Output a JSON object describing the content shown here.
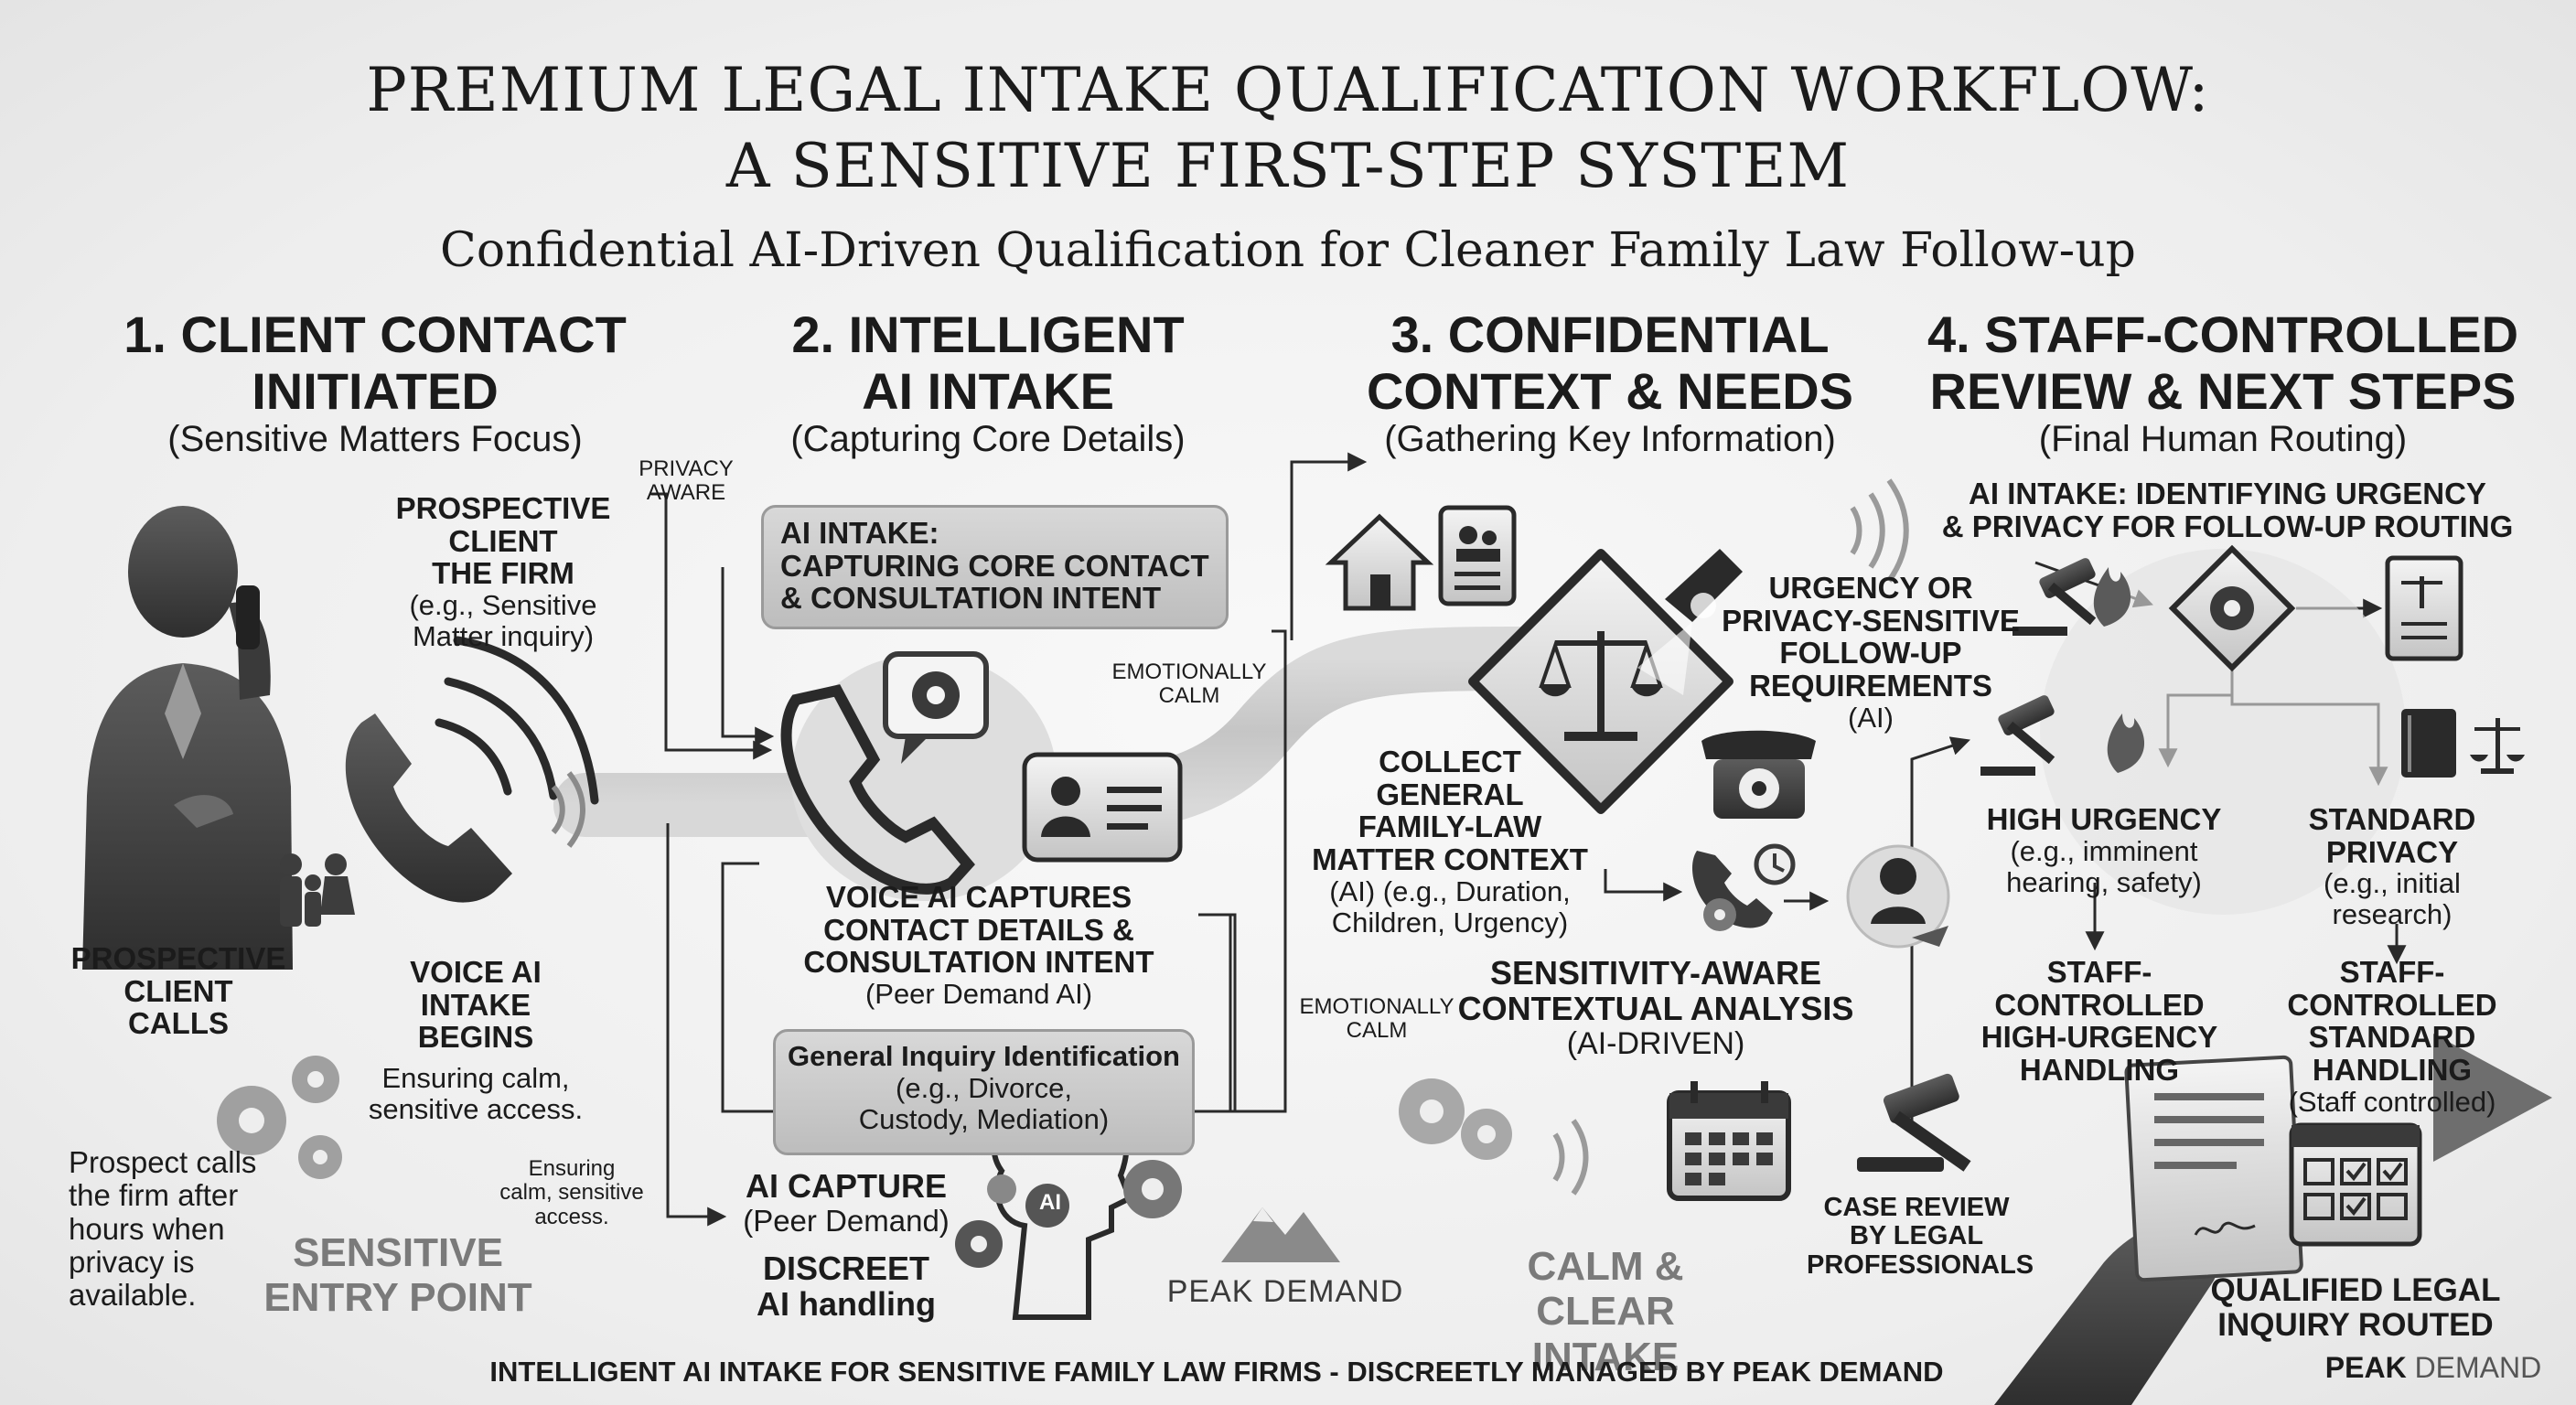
{
  "title": {
    "line1": "PREMIUM LEGAL INTAKE QUALIFICATION WORKFLOW:",
    "line2": "A SENSITIVE FIRST-STEP SYSTEM",
    "subtitle": "Confidential AI-Driven Qualification for Cleaner Family Law Follow-up"
  },
  "columns": [
    {
      "heading_1": "1. CLIENT CONTACT",
      "heading_2": "INITIATED",
      "sub": "(Sensitive Matters Focus)"
    },
    {
      "heading_1": "2. INTELLIGENT",
      "heading_2": "AI INTAKE",
      "sub": "(Capturing Core Details)"
    },
    {
      "heading_1": "3. CONFIDENTIAL",
      "heading_2": "CONTEXT & NEEDS",
      "sub": "(Gathering Key Information)"
    },
    {
      "heading_1": "4. STAFF-CONTROLLED",
      "heading_2": "REVIEW & NEXT STEPS",
      "sub": "(Final Human Routing)"
    }
  ],
  "col1": {
    "prospective": [
      "PROSPECTIVE",
      "CLIENT",
      "THE FIRM"
    ],
    "example": [
      "(e.g., Sensitive",
      "Matter inquiry)"
    ],
    "privacy_aware": [
      "PRIVACY",
      "AWARE"
    ],
    "calls": [
      "PROSPECTIVE",
      "CLIENT",
      "CALLS"
    ],
    "voice_begins": [
      "VOICE AI",
      "INTAKE",
      "BEGINS"
    ],
    "ensuring": [
      "Ensuring calm,",
      "sensitive access."
    ],
    "prospect_note": [
      "Prospect calls",
      "the firm after",
      "hours when",
      "privacy is",
      "available."
    ],
    "entry_point": [
      "SENSITIVE",
      "ENTRY POINT"
    ],
    "ensuring_small": [
      "Ensuring",
      "calm, sensitive",
      "access."
    ]
  },
  "col2": {
    "top_box": [
      "AI INTAKE:",
      "CAPTURING CORE CONTACT",
      "& CONSULTATION INTENT"
    ],
    "emotionally_calm": [
      "EMOTIONALLY",
      "CALM"
    ],
    "voice_captures": [
      "VOICE AI CAPTURES",
      "CONTACT DETAILS &",
      "CONSULTATION INTENT"
    ],
    "voice_captures_sub": "(Peer Demand AI)",
    "general_box_title": "General Inquiry Identification",
    "general_box_sub": [
      "(e.g., Divorce,",
      "Custody, Mediation)"
    ],
    "ai_capture": "AI CAPTURE",
    "ai_capture_sub": "(Peer Demand)",
    "discreet": [
      "DISCREET",
      "AI handling"
    ],
    "ai_badge": "AI",
    "peak_logo": "PEAK DEMAND"
  },
  "col3": {
    "urgency": [
      "URGENCY OR",
      "PRIVACY-SENSITIVE",
      "FOLLOW-UP",
      "REQUIREMENTS"
    ],
    "urgency_sub": "(AI)",
    "collect": [
      "COLLECT",
      "GENERAL",
      "FAMILY-LAW",
      "MATTER CONTEXT"
    ],
    "collect_sub": [
      "(AI) (e.g., Duration,",
      "Children, Urgency)"
    ],
    "emotionally_calm": [
      "EMOTIONALLY",
      "CALM"
    ],
    "sensitivity": [
      "SENSITIVITY-AWARE",
      "CONTEXTUAL ANALYSIS"
    ],
    "sensitivity_sub": "(AI-DRIVEN)",
    "calm_clear": [
      "CALM & CLEAR",
      "INTAKE"
    ]
  },
  "col4": {
    "ai_urgency": [
      "AI INTAKE: IDENTIFYING URGENCY",
      "& PRIVACY FOR FOLLOW-UP ROUTING"
    ],
    "high_urgency": "HIGH URGENCY",
    "high_urgency_sub": [
      "(e.g., imminent",
      "hearing, safety)"
    ],
    "standard_privacy": [
      "STANDARD",
      "PRIVACY"
    ],
    "standard_privacy_sub": [
      "(e.g., initial",
      "research)"
    ],
    "staff_high": [
      "STAFF-CONTROLLED",
      "HIGH-URGENCY",
      "HANDLING"
    ],
    "staff_standard": [
      "STAFF-CONTROLLED",
      "STANDARD",
      "HANDLING"
    ],
    "staff_standard_sub": "(Staff controlled)",
    "case_review": [
      "CASE REVIEW",
      "BY LEGAL",
      "PROFESSIONALS"
    ],
    "qualified": [
      "QUALIFIED LEGAL",
      "INQUIRY ROUTED"
    ]
  },
  "footer": {
    "text": "INTELLIGENT AI INTAKE FOR SENSITIVE FAMILY LAW FIRMS - DISCREETLY MANAGED BY PEAK DEMAND",
    "logo_peak": "PEAK",
    "logo_demand": "DEMAND"
  },
  "colors": {
    "ink": "#1b1b1b",
    "mid_gray": "#777777",
    "light_gray": "#c8c8c8",
    "background": "#f2f2f2"
  }
}
